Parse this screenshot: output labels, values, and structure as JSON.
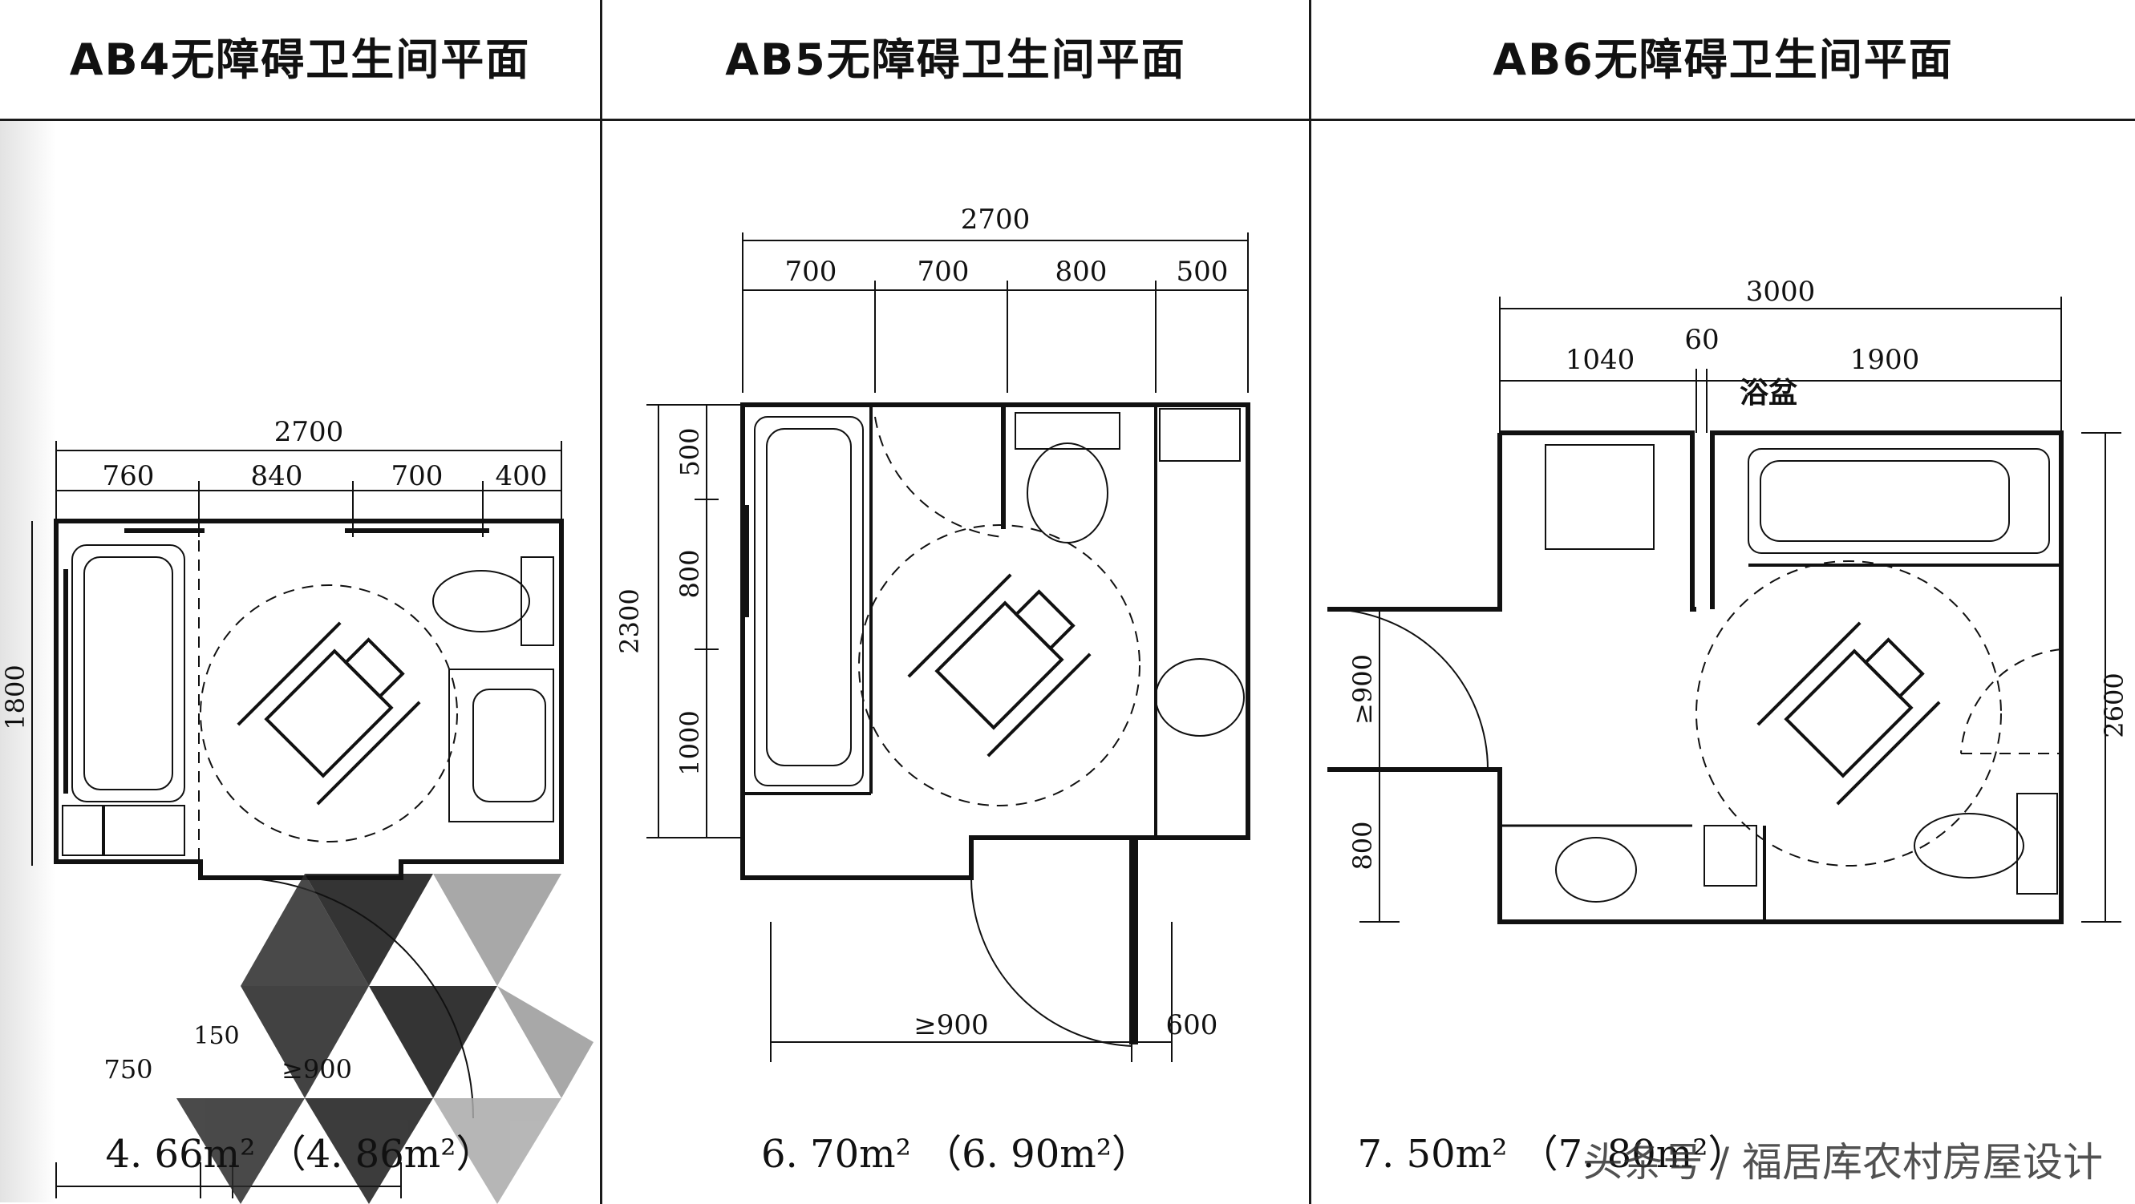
{
  "panels": [
    {
      "title": "AB4无障碍卫生间平面",
      "area": "4. 66m² （4. 86m²）",
      "dims_top_total": "2700",
      "dims_top": [
        "760",
        "840",
        "700",
        "400"
      ],
      "dim_left": "1800",
      "dims_bottom": [
        "750",
        "150",
        "≥900"
      ]
    },
    {
      "title": "AB5无障碍卫生间平面",
      "area": "6. 70m²  （6. 90m²）",
      "dims_top_total": "2700",
      "dims_top": [
        "700",
        "700",
        "800",
        "500"
      ],
      "dim_left_total": "2300",
      "dims_left": [
        "500",
        "800",
        "1000"
      ],
      "dims_bottom": [
        "≥900",
        "600"
      ]
    },
    {
      "title": "AB6无障碍卫生间平面",
      "area": "7. 50m²  （7. 80m²）",
      "dims_top_total": "3000",
      "dims_top": [
        "1040",
        "60",
        "1900"
      ],
      "dim_right": "2600",
      "dims_left": [
        "≥900",
        "800"
      ],
      "bath_label": "浴盆"
    }
  ],
  "watermark": "头条号 / 福居库农村房屋设计"
}
